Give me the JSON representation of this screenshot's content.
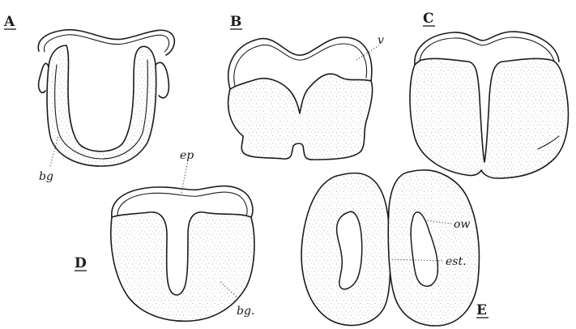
{
  "panels": {
    "A": {
      "label": "A"
    },
    "B": {
      "label": "B"
    },
    "C": {
      "label": "C"
    },
    "D": {
      "label": "D"
    },
    "E": {
      "label": "E"
    }
  },
  "annotations": {
    "bg_a": "bg",
    "v": "v",
    "ep": "ep",
    "bg_d": "bg.",
    "ow": "ow",
    "est": "est."
  },
  "colors": {
    "ink": "#1c1c1c",
    "stipple": "#9a9a9a",
    "paper": "#ffffff"
  }
}
